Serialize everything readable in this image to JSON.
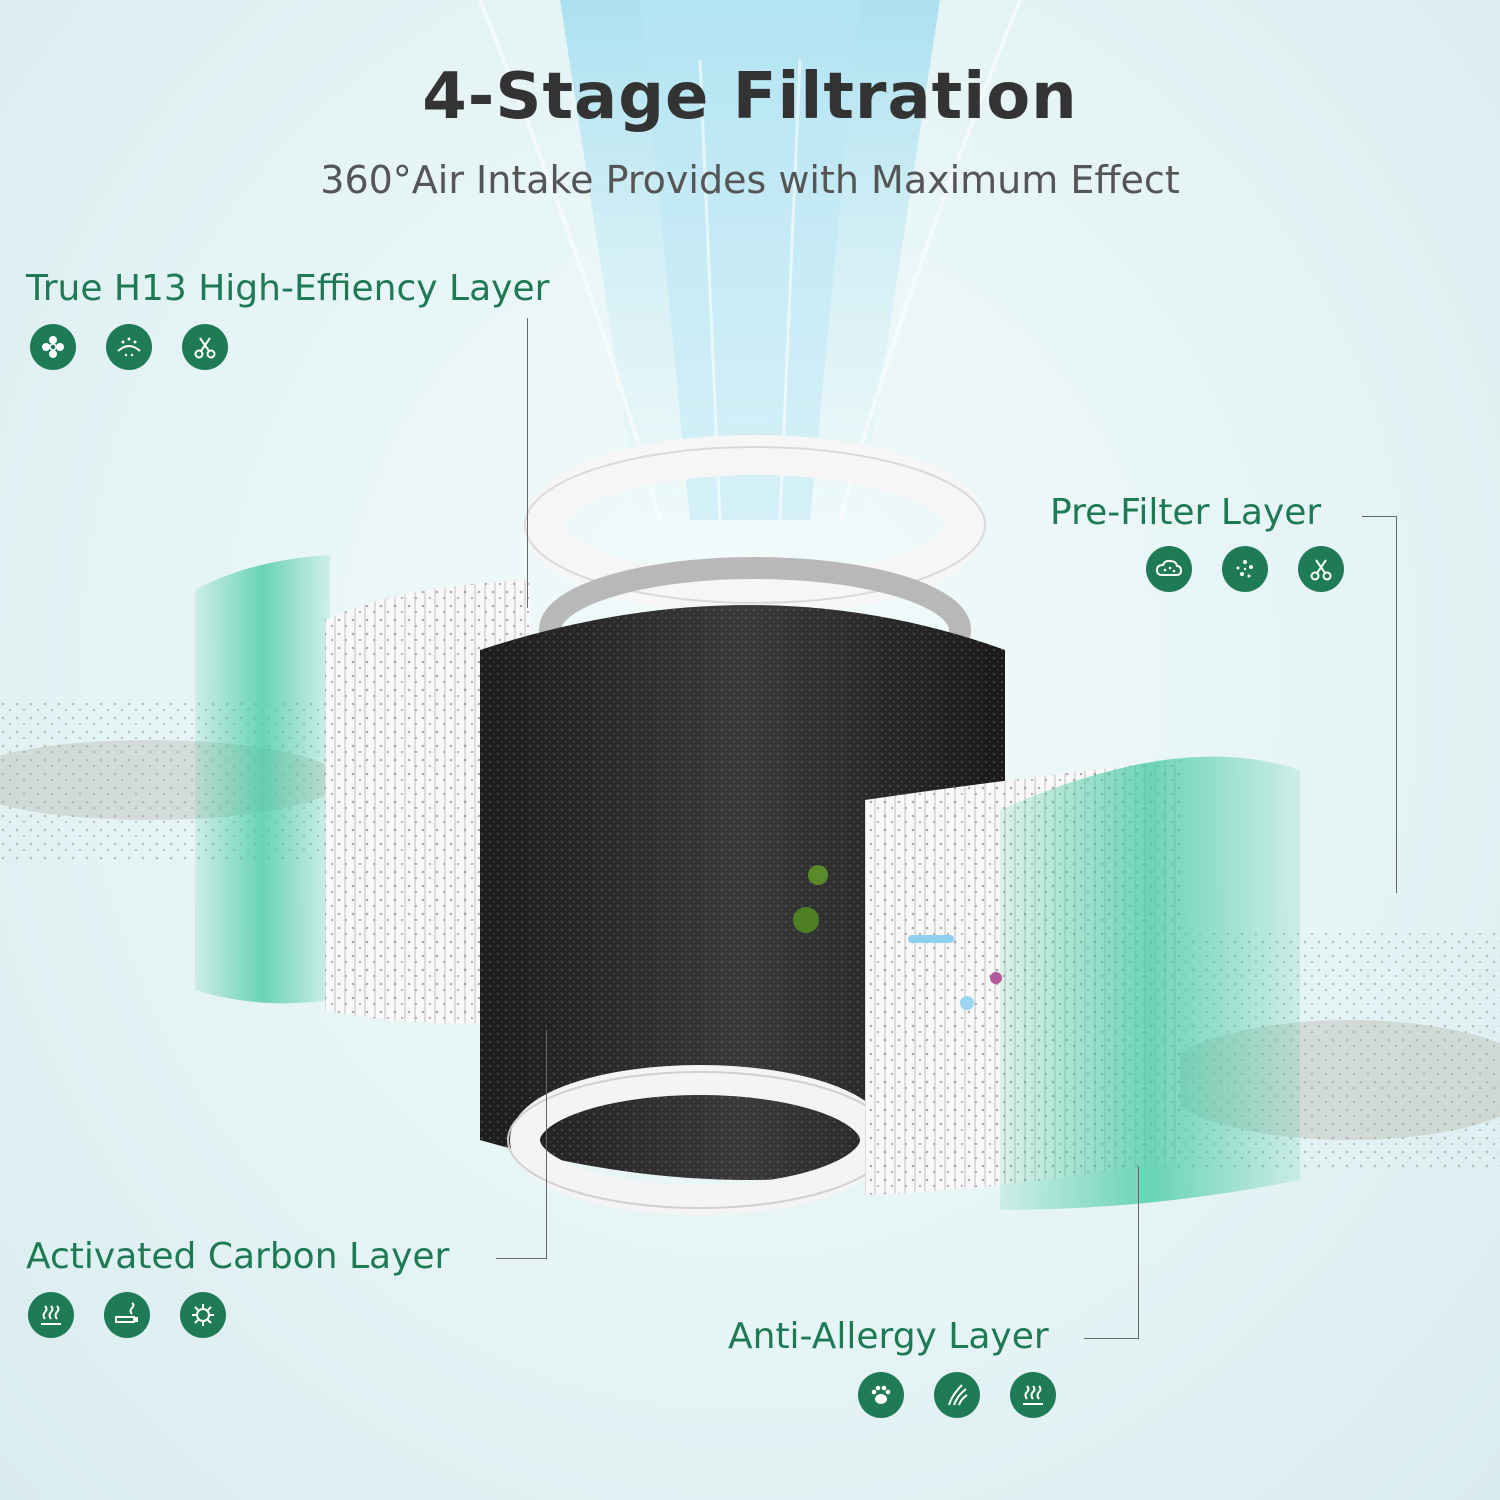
{
  "header": {
    "title": "4-Stage Filtration",
    "subtitle": "360°Air Intake Provides with Maximum Effect"
  },
  "layers": {
    "h13": {
      "label": "True H13 High-Effiency Layer",
      "icons": [
        "flower-icon",
        "dust-icon",
        "scissors-icon"
      ]
    },
    "prefilter": {
      "label": "Pre-Filter Layer",
      "icons": [
        "cloud-icon",
        "particles-icon",
        "scissors-icon"
      ]
    },
    "carbon": {
      "label": "Activated Carbon Layer",
      "icons": [
        "odor-icon",
        "smoke-icon",
        "germ-icon"
      ]
    },
    "allergy": {
      "label": "Anti-Allergy Layer",
      "icons": [
        "paw-icon",
        "feather-icon",
        "odor-icon"
      ]
    }
  },
  "colors": {
    "accent": "#1f7a56",
    "label": "#1e7a55",
    "title": "#333333",
    "subtitle": "#555555",
    "carbon": "#2a2a2a",
    "mesh": "#3fc8a0",
    "hepa": "#f7f7f7"
  }
}
